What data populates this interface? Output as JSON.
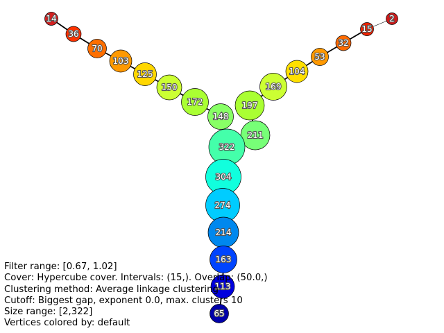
{
  "graph": {
    "nodes": [
      {
        "id": "n14a",
        "label": "14",
        "color": "#d42020"
      },
      {
        "id": "n36",
        "label": "36",
        "color": "#ff3300"
      },
      {
        "id": "n70",
        "label": "70",
        "color": "#ff6f00"
      },
      {
        "id": "n103a",
        "label": "103",
        "color": "#ff9900"
      },
      {
        "id": "n125",
        "label": "125",
        "color": "#ffd700"
      },
      {
        "id": "n150",
        "label": "150",
        "color": "#ccff33"
      },
      {
        "id": "n172",
        "label": "172",
        "color": "#aaff33"
      },
      {
        "id": "n148",
        "label": "148",
        "color": "#88ff66"
      },
      {
        "id": "n2",
        "label": "2",
        "color": "#cc1a1a"
      },
      {
        "id": "n15",
        "label": "15",
        "color": "#ee2200"
      },
      {
        "id": "n32",
        "label": "32",
        "color": "#ff6a00"
      },
      {
        "id": "n53",
        "label": "53",
        "color": "#ff9900"
      },
      {
        "id": "n104",
        "label": "104",
        "color": "#ffe000"
      },
      {
        "id": "n169",
        "label": "169",
        "color": "#ccff33"
      },
      {
        "id": "n197",
        "label": "197",
        "color": "#aaff33"
      },
      {
        "id": "n211",
        "label": "211",
        "color": "#77ff77"
      },
      {
        "id": "n322",
        "label": "322",
        "color": "#44ffaa"
      },
      {
        "id": "n304",
        "label": "304",
        "color": "#11ffdd"
      },
      {
        "id": "n274",
        "label": "274",
        "color": "#00ccff"
      },
      {
        "id": "n214",
        "label": "214",
        "color": "#0088ee"
      },
      {
        "id": "n163",
        "label": "163",
        "color": "#0044ff"
      },
      {
        "id": "n113",
        "label": "113",
        "color": "#0000dd"
      },
      {
        "id": "n65",
        "label": "65",
        "color": "#0000aa"
      }
    ],
    "edges": [
      [
        "n14a",
        "n36"
      ],
      [
        "n36",
        "n70"
      ],
      [
        "n70",
        "n103a"
      ],
      [
        "n103a",
        "n125"
      ],
      [
        "n125",
        "n150"
      ],
      [
        "n150",
        "n172"
      ],
      [
        "n172",
        "n148"
      ],
      [
        "n148",
        "n322"
      ],
      [
        "n2",
        "n15"
      ],
      [
        "n15",
        "n32"
      ],
      [
        "n32",
        "n53"
      ],
      [
        "n53",
        "n104"
      ],
      [
        "n104",
        "n169"
      ],
      [
        "n169",
        "n197"
      ],
      [
        "n197",
        "n211"
      ],
      [
        "n211",
        "n322"
      ],
      [
        "n322",
        "n304"
      ],
      [
        "n304",
        "n274"
      ],
      [
        "n274",
        "n214"
      ],
      [
        "n214",
        "n163"
      ],
      [
        "n163",
        "n113"
      ],
      [
        "n113",
        "n65"
      ]
    ]
  },
  "info": {
    "filter_range": "Filter range: [0.67, 1.02]",
    "cover": "Cover: Hypercube cover. Intervals: (15,). Overlap: (50.0,)",
    "clustering": "Clustering method: Average linkage clustering",
    "cutoff": "Cutoff: Biggest gap, exponent 0.0, max. clusters 10",
    "size_range": "Size range: [2,322]",
    "colored_by": "Vertices colored by: default"
  }
}
